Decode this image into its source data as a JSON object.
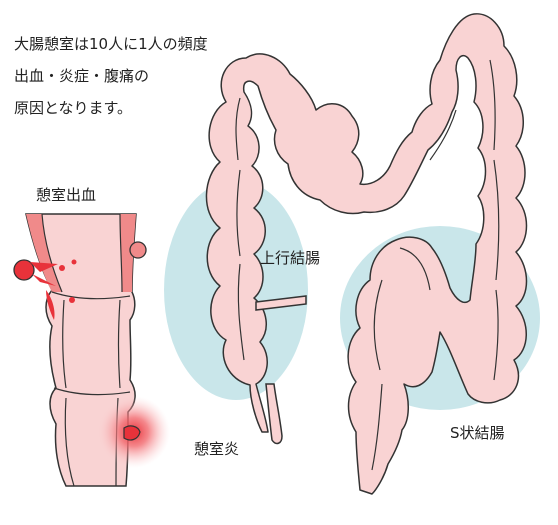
{
  "intro": {
    "line1": "大腸憩室は10人に1人の頻度",
    "line2": "出血・炎症・腹痛の",
    "line3": "原因となります。"
  },
  "labels": {
    "bleeding": "憩室出血",
    "inflammation": "憩室炎",
    "ascending": "上行結腸",
    "sigmoid": "S状結腸"
  },
  "colors": {
    "colon_fill": "#f9d3d3",
    "outline": "#333333",
    "highlight": "#c9e6ea",
    "wall": "#f08a8a",
    "blood": "#e8323a"
  }
}
